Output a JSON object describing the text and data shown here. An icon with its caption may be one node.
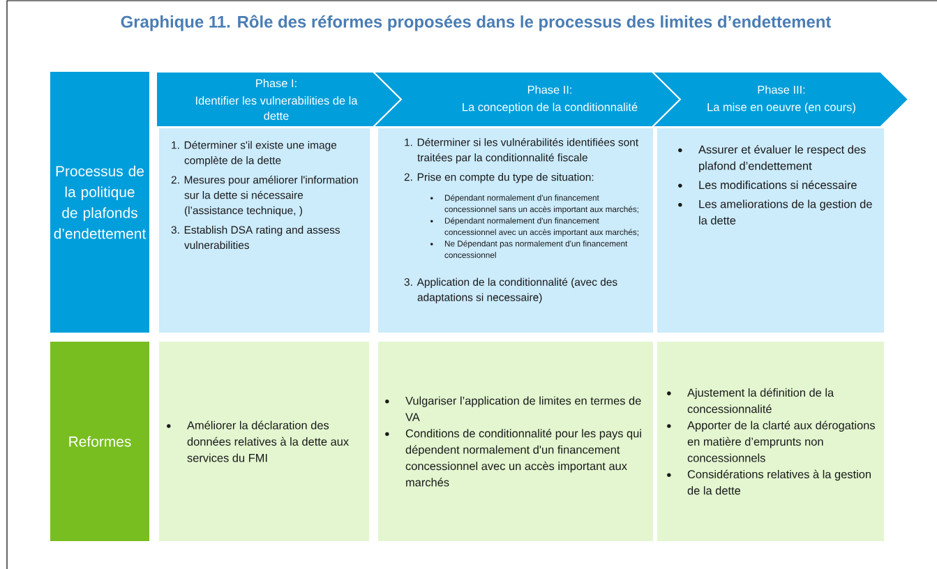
{
  "diagram": {
    "title": "Graphique 11. Rôle des réformes proposées dans le processus des limites d’endettement",
    "nodes": [
      {
        "text": [
          "Processus de la politique de plafonds d’endettement"
        ]
      },
      {
        "text": [
          "Phase I:",
          "Identifier les vulnerabilities de la dette"
        ]
      },
      {
        "text": [
          "Phase II:",
          "La conception de la conditionnalité"
        ]
      },
      {
        "text": [
          "Phase III:",
          "La mise en oeuvre (en cours)"
        ]
      },
      {
        "text": [
          "1. Déterminer s'il existe une image complète de la dette",
          "2. Mesures pour améliorer l'information sur la dette si nécessaire (l’assistance technique, )",
          "3. Establish DSA rating and assess vulnerabilities"
        ]
      },
      {
        "text": [
          "1. Déterminer si les vulnérabilités identifiées sont traitées par la conditionnalité fiscale",
          "2. Prise en compte du type de situation:",
          "Dépendant normalement d'un financement concessionnel sans un accès important aux marchés;",
          "Dépendant normalement d'un financement concessionnel avec un accès important aux marchés;",
          "Ne Dépendant pas normalement d'un financement concessionnel",
          "3. Application de la conditionnalité (avec des adaptations si necessaire)"
        ]
      },
      {
        "text": [
          "Assurer et évaluer le respect des plafond d’endettement",
          "Les modifications si nécessaire",
          "Les ameliorations de la gestion de la dette"
        ]
      },
      {
        "text": [
          "Reformes"
        ]
      },
      {
        "text": [
          "Améliorer la déclaration des données relatives à la dette aux services du FMI"
        ]
      },
      {
        "text": [
          "Vulgariser l’application de limites en termes de VA",
          "Conditions de conditionnalité pour les pays qui dépendent normalement d'un financement concessionnel avec un accès important aux marchés"
        ]
      },
      {
        "text": [
          "Ajustement la définition de la concessionnalité",
          "Apporter de la clarté aux dérogations en matière d’emprunts non concessionnels",
          "Considérations relatives à la gestion de la dette"
        ]
      }
    ]
  }
}
